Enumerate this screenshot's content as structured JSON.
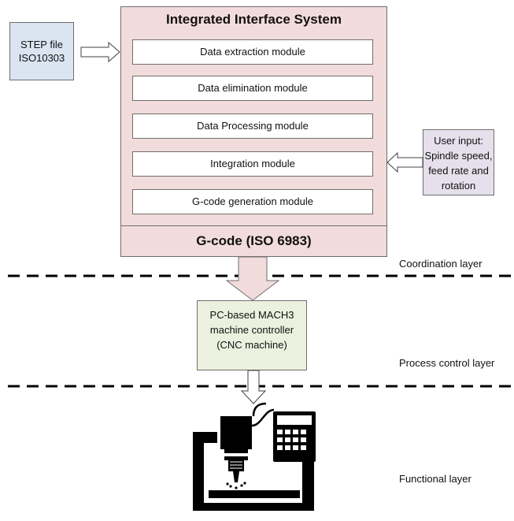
{
  "system": {
    "title": "Integrated Interface System",
    "modules": [
      "Data extraction module",
      "Data elimination module",
      "Data Processing module",
      "Integration module",
      "G-code generation module"
    ],
    "output": "G-code (ISO 6983)"
  },
  "step_input": {
    "line1": "STEP file",
    "line2": "ISO10303"
  },
  "user_input": {
    "lines": [
      "User input:",
      "Spindle speed,",
      "feed rate and",
      "rotation"
    ]
  },
  "controller": {
    "lines": [
      "PC-based MACH3",
      "machine controller",
      "(CNC machine)"
    ]
  },
  "layers": {
    "coordination": "Coordination layer",
    "process_control": "Process control layer",
    "functional": "Functional layer"
  },
  "colors": {
    "system_fill": "#f2dcdb",
    "step_fill": "#dbe5f1",
    "user_fill": "#e5e0ec",
    "controller_fill": "#ebf1de",
    "arrow_fill": "#f2dcdb"
  },
  "icons": {
    "machine": "cnc-machine-icon"
  }
}
